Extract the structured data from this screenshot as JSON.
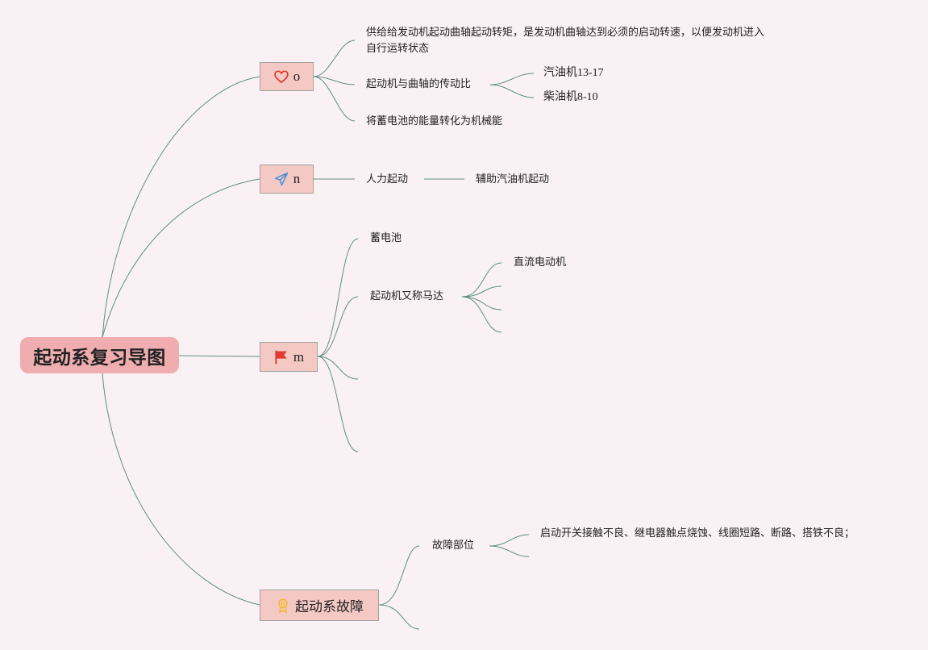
{
  "root": {
    "title": "起动系复习导图"
  },
  "branches": {
    "heart": {
      "label": "o",
      "icon": "heart-icon",
      "icon_color": "#e0342e",
      "children": [
        {
          "text": "供给给发动机起动曲轴起动转矩，是发动机曲轴达到必须的启动转速，以便发动机进入自行运转状态"
        },
        {
          "text": "起动机与曲轴的传动比",
          "children": [
            "汽油机13-17",
            "柴油机8-10"
          ]
        },
        {
          "text": "将蓄电池的能量转化为机械能"
        }
      ]
    },
    "plane": {
      "label": "n",
      "icon": "paper-plane-icon",
      "icon_color": "#4a90d9",
      "children": [
        {
          "text": "人力起动",
          "children": [
            "辅助汽油机起动"
          ]
        }
      ]
    },
    "flag": {
      "label": "m",
      "icon": "red-flag-icon",
      "icon_color": "#e53935",
      "children": [
        {
          "text": "蓄电池"
        },
        {
          "text": "起动机又称马达",
          "children": [
            "直流电动机",
            "",
            "",
            ""
          ]
        },
        {
          "text": ""
        },
        {
          "text": ""
        }
      ]
    },
    "fault": {
      "label": "起动系故障",
      "icon": "award-ribbon-icon",
      "icon_color": "#f5b82e",
      "children": [
        {
          "text": "故障部位",
          "children": [
            "启动开关接触不良、继电器触点烧蚀、线圈短路、断路、搭铁不良；",
            ""
          ]
        },
        {
          "text": ""
        }
      ]
    }
  },
  "colors": {
    "background": "#f9f1f4",
    "root_fill": "#efadb0",
    "branch_fill": "#f4c9c4",
    "connector": "#5e8f82"
  }
}
